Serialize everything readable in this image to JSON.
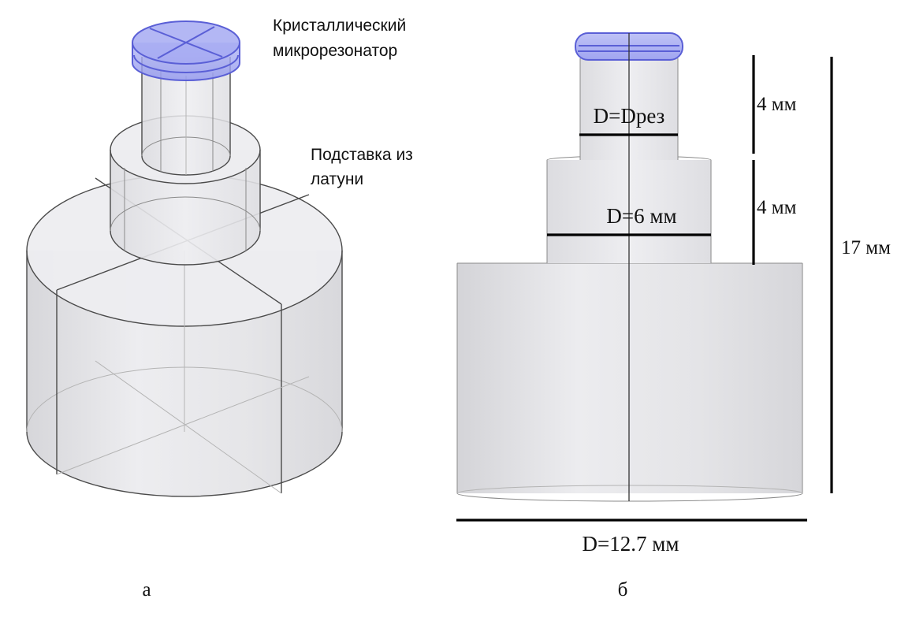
{
  "panel_a": {
    "label": "а",
    "resonator_label_line1": "Кристаллический",
    "resonator_label_line2": "микрорезонатор",
    "stand_label_line1": "Подставка из",
    "stand_label_line2": "латуни"
  },
  "panel_b": {
    "label": "б",
    "top_diameter": "D=Dрез",
    "middle_diameter": "D=6 мм",
    "base_diameter": "D=12.7 мм",
    "top_height": "4 мм",
    "middle_height": "4 мм",
    "total_height": "17 мм"
  },
  "colors": {
    "resonator": "#8f95ee",
    "resonator_edge": "#5a5fd6",
    "brass_stand": "#e6e6e8",
    "edges": "#4a4a4a",
    "dimension_lines": "#000000"
  }
}
